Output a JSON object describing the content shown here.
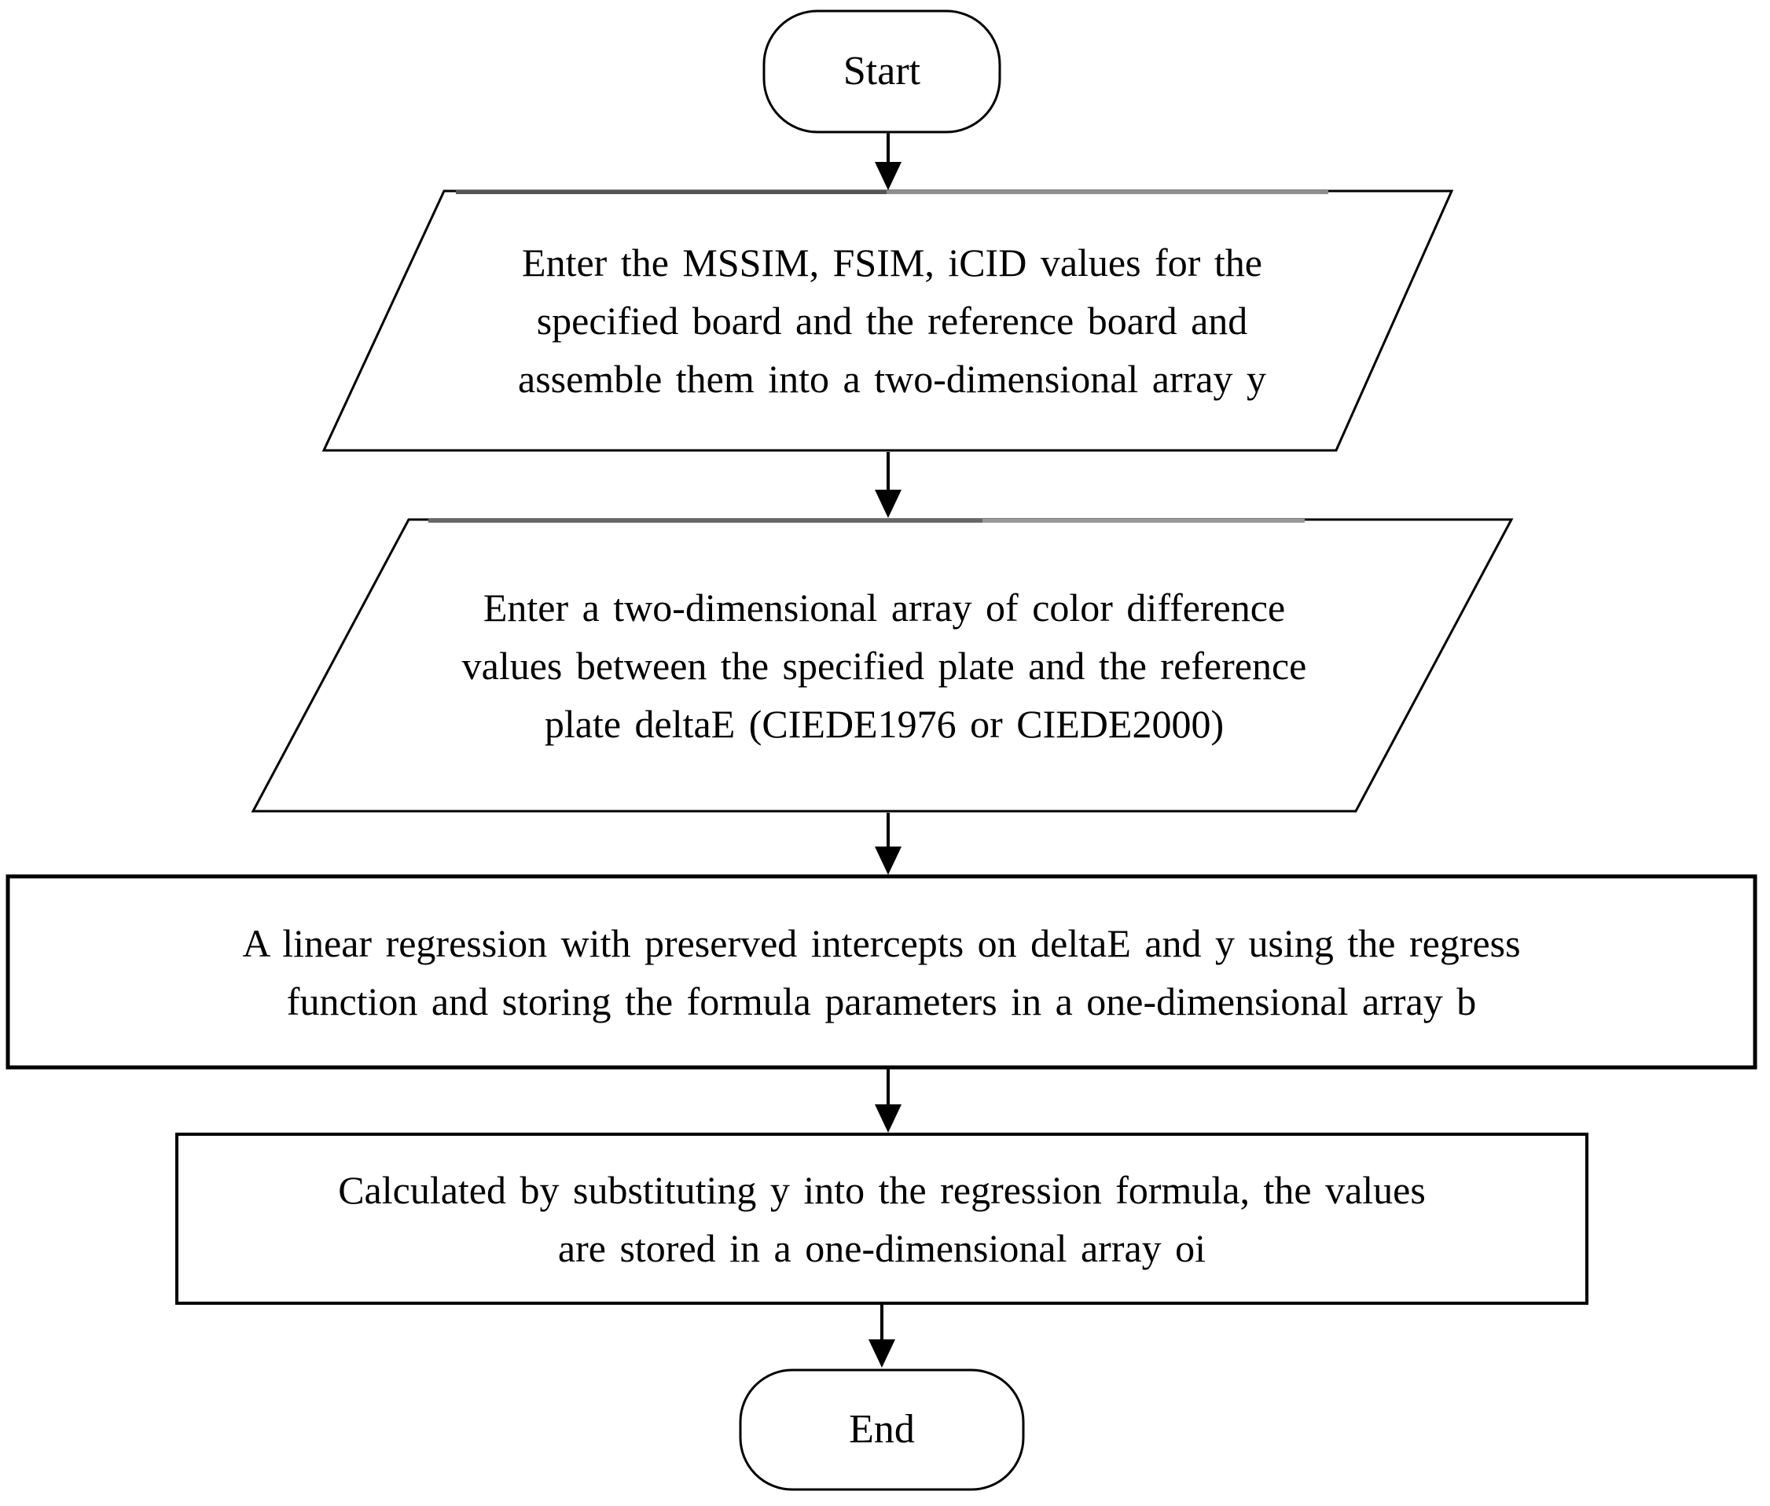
{
  "flowchart": {
    "nodes": {
      "start": {
        "type": "terminator",
        "label": "Start"
      },
      "input_metrics": {
        "type": "input-parallelogram",
        "label": "Enter the MSSIM, FSIM, iCID values for the\nspecified board and the reference board and\nassemble them into a two-dimensional array y"
      },
      "input_color_diff": {
        "type": "input-parallelogram",
        "label": "Enter a two-dimensional array of color difference\nvalues between the specified plate and the reference\nplate deltaE (CIEDE1976 or CIEDE2000)"
      },
      "linear_regression": {
        "type": "process-rectangle",
        "label": "A linear regression with preserved intercepts on deltaE and y using the regress\nfunction and storing the formula parameters in a one-dimensional array b"
      },
      "calculate_values": {
        "type": "process-rectangle",
        "label": "Calculated by substituting y into the regression formula, the values\nare stored in a one-dimensional array oi"
      },
      "end": {
        "type": "terminator",
        "label": "End"
      }
    },
    "colors": {
      "stroke": "#000000",
      "fill": "#ffffff",
      "text": "#000000",
      "top_edge_gray_dark": "#555555",
      "top_edge_gray_light": "#8f8f8f"
    }
  }
}
